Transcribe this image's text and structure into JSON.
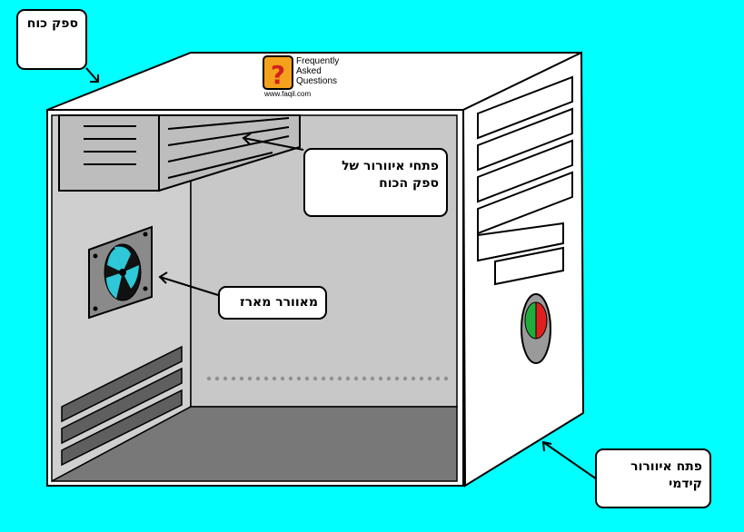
{
  "callouts": {
    "power_supply": "ספק כוח",
    "psu_vents": [
      "פתחי איוורור של",
      "ספק הכוח"
    ],
    "chassis_fan": "מאוורר מארז",
    "front_vent": [
      "פתח איוורור",
      "קידמי"
    ]
  },
  "logo": {
    "lines": [
      "Frequently",
      "Asked",
      "Questions"
    ],
    "url": "www.faqil.com",
    "symbol": "?"
  },
  "colors": {
    "background": "#00ffff",
    "case_white": "#ffffff",
    "interior_light": "#c8c8c8",
    "interior_floor": "#787878",
    "psu_gray": "#bdbdbd",
    "fan_blade": "#2ec8d8",
    "led_green": "#1fae3c",
    "led_red": "#e02020",
    "logo_orange": "#f4a21c"
  },
  "icons": [
    "question-mark-icon",
    "fan-icon",
    "power-button-icon"
  ]
}
